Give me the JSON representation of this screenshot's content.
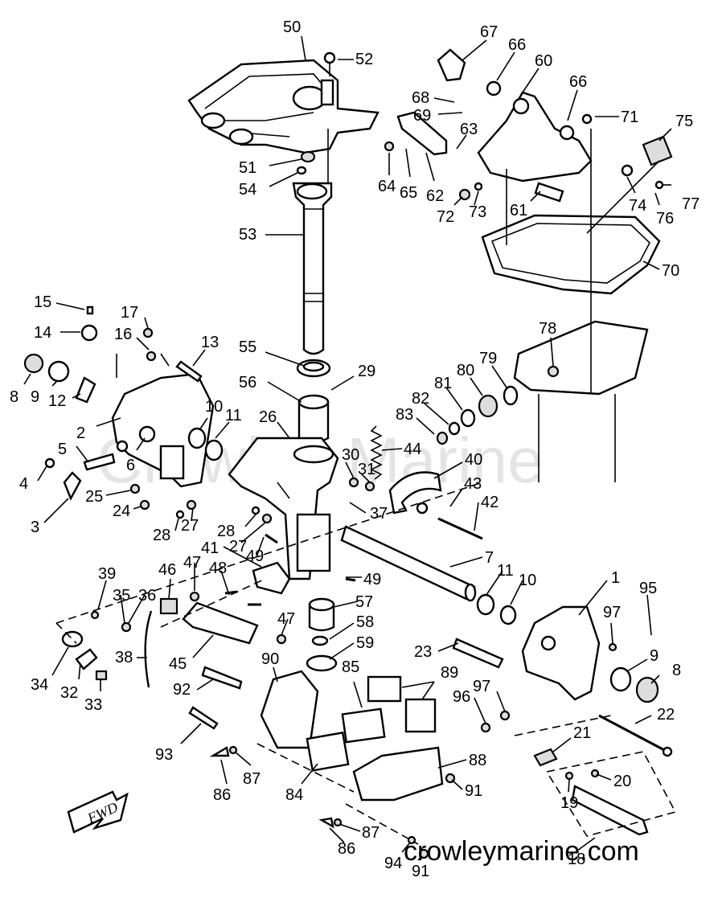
{
  "watermark": "Crowley Marine",
  "footer_site": "crowleymarine.com",
  "direction_arrow": "FWD",
  "callouts": [
    "50",
    "52",
    "67",
    "66",
    "60",
    "66",
    "68",
    "69",
    "71",
    "75",
    "63",
    "51",
    "64",
    "65",
    "62",
    "72",
    "73",
    "61",
    "74",
    "76",
    "77",
    "54",
    "53",
    "70",
    "15",
    "17",
    "14",
    "16",
    "13",
    "78",
    "55",
    "29",
    "79",
    "80",
    "81",
    "82",
    "83",
    "8",
    "9",
    "12",
    "2",
    "10",
    "11",
    "26",
    "56",
    "44",
    "40",
    "5",
    "6",
    "30",
    "31",
    "43",
    "4",
    "25",
    "24",
    "37",
    "42",
    "3",
    "28",
    "27",
    "28",
    "27",
    "49",
    "41",
    "7",
    "11",
    "10",
    "1",
    "39",
    "46",
    "47",
    "48",
    "49",
    "35",
    "36",
    "57",
    "95",
    "47",
    "58",
    "97",
    "34",
    "32",
    "33",
    "38",
    "45",
    "59",
    "23",
    "9",
    "8",
    "90",
    "85",
    "89",
    "92",
    "97",
    "96",
    "22",
    "93",
    "87",
    "21",
    "20",
    "86",
    "84",
    "88",
    "91",
    "19",
    "87",
    "86",
    "94",
    "91",
    "18"
  ]
}
